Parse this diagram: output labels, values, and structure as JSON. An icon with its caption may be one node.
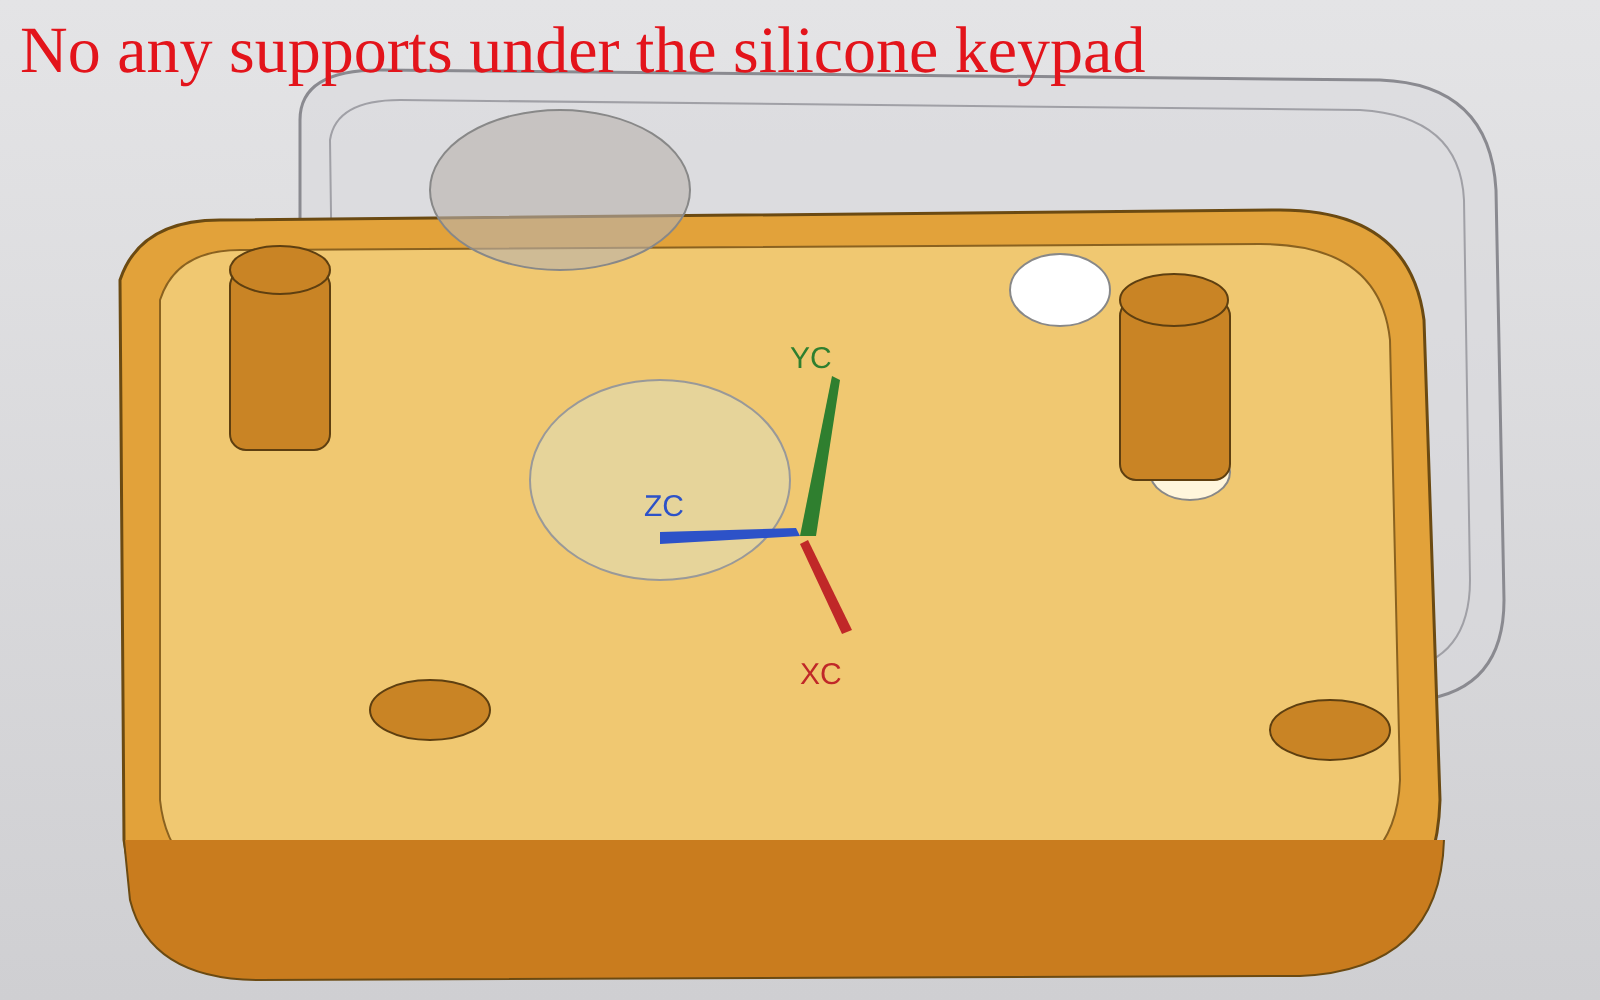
{
  "diagram": {
    "title": "No any supports under the silicone keypad",
    "labels": [
      "YC",
      "ZC",
      "XC"
    ]
  }
}
